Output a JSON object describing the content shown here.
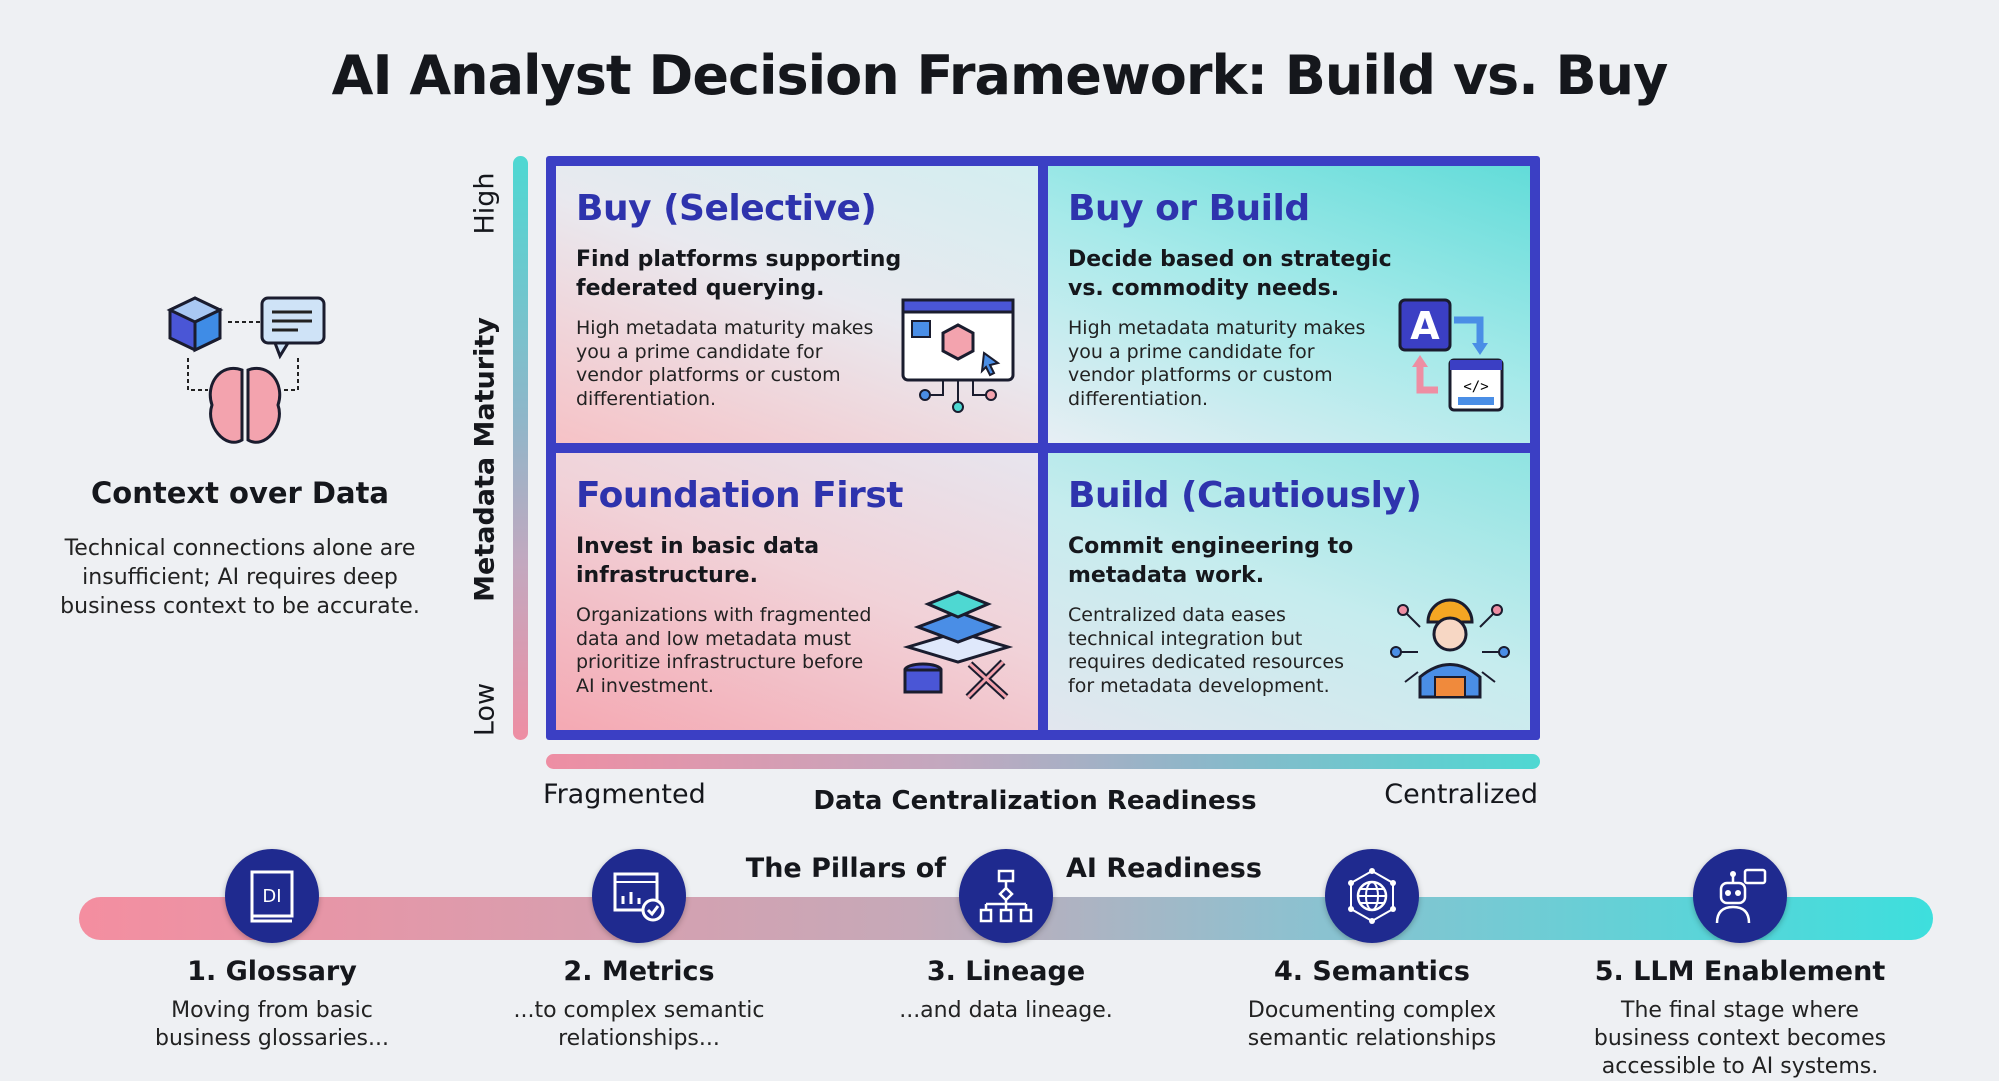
{
  "title": "AI Analyst Decision Framework: Build vs. Buy",
  "left_panel": {
    "heading": "Context over Data",
    "description": "Technical connections alone are insufficient; AI requires deep business context to be accurate.",
    "icon": "brain-cube-chat-icon"
  },
  "y_axis": {
    "title": "Metadata Maturity",
    "high": "High",
    "low": "Low"
  },
  "x_axis": {
    "title": "Data Centralization Readiness",
    "left": "Fragmented",
    "right": "Centralized"
  },
  "quadrants": [
    {
      "title": "Buy (Selective)",
      "subtitle": "Find platforms supporting federated querying.",
      "body": "High metadata maturity makes you a prime candidate for vendor platforms or custom differentiation.",
      "icon": "platform-window-icon"
    },
    {
      "title": "Buy or Build",
      "subtitle": "Decide based on strategic vs. commodity needs.",
      "body": "High metadata maturity makes you a prime candidate for vendor platforms or custom differentiation.",
      "icon": "app-code-exchange-icon"
    },
    {
      "title": "Foundation First",
      "subtitle": "Invest in basic data infrastructure.",
      "body": "Organizations with fragmented data and low metadata must prioritize infrastructure before AI investment.",
      "icon": "layers-database-tools-icon"
    },
    {
      "title": "Build (Cautiously)",
      "subtitle": "Commit engineering to metadata work.",
      "body": "Centralized data eases technical integration but requires dedicated resources for metadata development.",
      "icon": "engineer-icon"
    }
  ],
  "pillars": {
    "title_a": "The Pillars of",
    "title_b": "AI Readiness",
    "items": [
      {
        "label": "1. Glossary",
        "desc": "Moving from basic business glossaries...",
        "icon": "book-icon"
      },
      {
        "label": "2. Metrics",
        "desc": "...to complex semantic relationships...",
        "icon": "dashboard-check-icon"
      },
      {
        "label": "3. Lineage",
        "desc": "...and data lineage.",
        "icon": "flowchart-icon"
      },
      {
        "label": "4. Semantics",
        "desc": "Documenting complex semantic relationships",
        "icon": "globe-network-icon"
      },
      {
        "label": "5. LLM Enablement",
        "desc": "The final stage where business context becomes accessible to AI systems.",
        "icon": "robot-chat-icon"
      }
    ]
  },
  "colors": {
    "accent": "#3b3fc4",
    "title_blue": "#2e33ad",
    "pink": "#ee8ea3",
    "teal": "#4ed8d2",
    "navy": "#1f2a8f"
  }
}
